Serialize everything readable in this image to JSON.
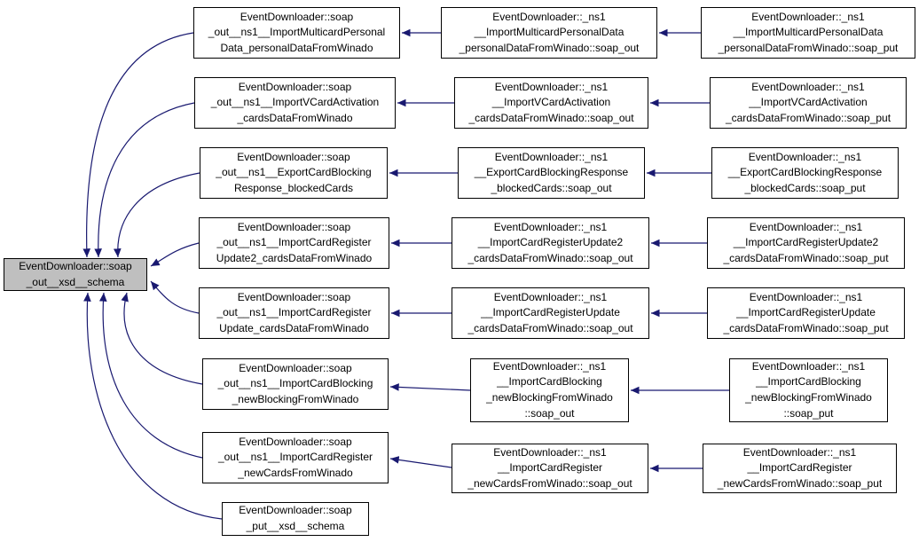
{
  "diagram": {
    "type": "caller-graph",
    "edge_color": "#191970",
    "highlight_fill": "#bfbfbf",
    "nodes": [
      {
        "name": "soap-out-xsd-schema",
        "label": "EventDownloader::soap\n_out__xsd__schema",
        "highlighted": true
      },
      {
        "name": "soap-out-import-multicard-personal-data",
        "label": "EventDownloader::soap\n_out__ns1__ImportMulticardPersonal\nData_personalDataFromWinado"
      },
      {
        "name": "soap-out-import-vcard-activation",
        "label": "EventDownloader::soap\n_out__ns1__ImportVCardActivation\n_cardsDataFromWinado"
      },
      {
        "name": "soap-out-export-card-blocking-response",
        "label": "EventDownloader::soap\n_out__ns1__ExportCardBlocking\nResponse_blockedCards"
      },
      {
        "name": "soap-out-import-card-register-update2",
        "label": "EventDownloader::soap\n_out__ns1__ImportCardRegister\nUpdate2_cardsDataFromWinado"
      },
      {
        "name": "soap-out-import-card-register-update",
        "label": "EventDownloader::soap\n_out__ns1__ImportCardRegister\nUpdate_cardsDataFromWinado"
      },
      {
        "name": "soap-out-import-card-blocking",
        "label": "EventDownloader::soap\n_out__ns1__ImportCardBlocking\n_newBlockingFromWinado"
      },
      {
        "name": "soap-out-import-card-register",
        "label": "EventDownloader::soap\n_out__ns1__ImportCardRegister\n_newCardsFromWinado"
      },
      {
        "name": "soap-put-xsd-schema",
        "label": "EventDownloader::soap\n_put__xsd__schema"
      },
      {
        "name": "import-multicard-personal-data-soap-out",
        "label": "EventDownloader::_ns1\n__ImportMulticardPersonalData\n_personalDataFromWinado::soap_out"
      },
      {
        "name": "import-vcard-activation-soap-out",
        "label": "EventDownloader::_ns1\n__ImportVCardActivation\n_cardsDataFromWinado::soap_out"
      },
      {
        "name": "export-card-blocking-response-soap-out",
        "label": "EventDownloader::_ns1\n__ExportCardBlockingResponse\n_blockedCards::soap_out"
      },
      {
        "name": "import-card-register-update2-soap-out",
        "label": "EventDownloader::_ns1\n__ImportCardRegisterUpdate2\n_cardsDataFromWinado::soap_out"
      },
      {
        "name": "import-card-register-update-soap-out",
        "label": "EventDownloader::_ns1\n__ImportCardRegisterUpdate\n_cardsDataFromWinado::soap_out"
      },
      {
        "name": "import-card-blocking-soap-out",
        "label": "EventDownloader::_ns1\n__ImportCardBlocking\n_newBlockingFromWinado\n::soap_out"
      },
      {
        "name": "import-card-register-soap-out",
        "label": "EventDownloader::_ns1\n__ImportCardRegister\n_newCardsFromWinado::soap_out"
      },
      {
        "name": "import-multicard-personal-data-soap-put",
        "label": "EventDownloader::_ns1\n__ImportMulticardPersonalData\n_personalDataFromWinado::soap_put"
      },
      {
        "name": "import-vcard-activation-soap-put",
        "label": "EventDownloader::_ns1\n__ImportVCardActivation\n_cardsDataFromWinado::soap_put"
      },
      {
        "name": "export-card-blocking-response-soap-put",
        "label": "EventDownloader::_ns1\n__ExportCardBlockingResponse\n_blockedCards::soap_put"
      },
      {
        "name": "import-card-register-update2-soap-put",
        "label": "EventDownloader::_ns1\n__ImportCardRegisterUpdate2\n_cardsDataFromWinado::soap_put"
      },
      {
        "name": "import-card-register-update-soap-put",
        "label": "EventDownloader::_ns1\n__ImportCardRegisterUpdate\n_cardsDataFromWinado::soap_put"
      },
      {
        "name": "import-card-blocking-soap-put",
        "label": "EventDownloader::_ns1\n__ImportCardBlocking\n_newBlockingFromWinado\n::soap_put"
      },
      {
        "name": "import-card-register-soap-put",
        "label": "EventDownloader::_ns1\n__ImportCardRegister\n_newCardsFromWinado::soap_put"
      }
    ]
  }
}
